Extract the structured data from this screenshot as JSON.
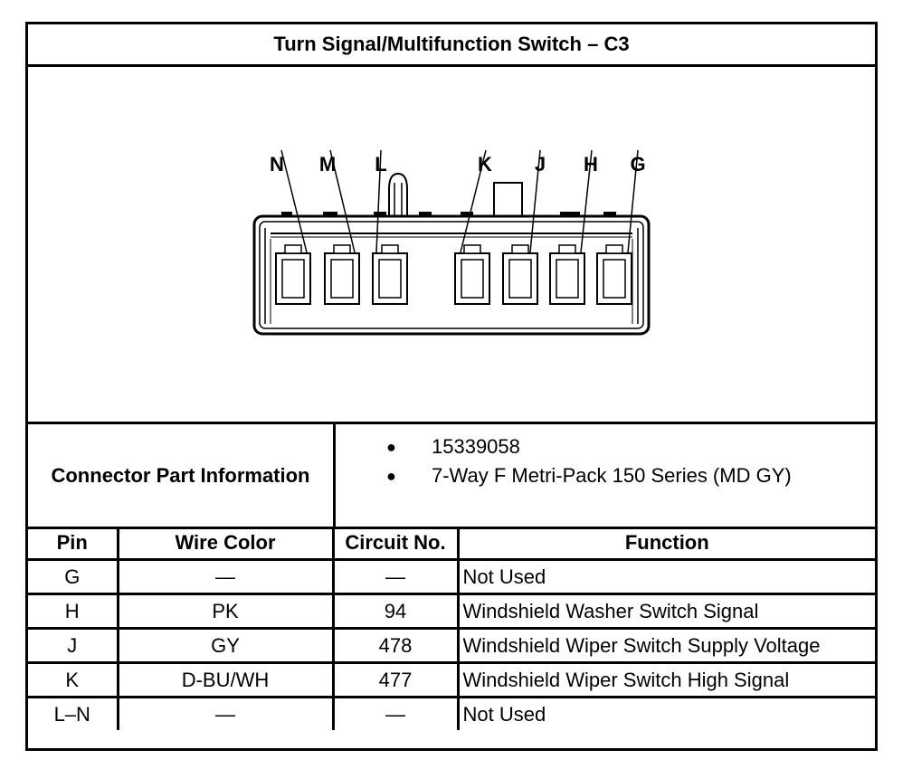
{
  "title": "Turn Signal/Multifunction Switch – C3",
  "connector_pins": [
    "N",
    "M",
    "L",
    "K",
    "J",
    "H",
    "G"
  ],
  "connector_info": {
    "label": "Connector Part Information",
    "items": [
      "15339058",
      "7-Way F Metri-Pack 150 Series (MD GY)"
    ]
  },
  "table": {
    "headers": [
      "Pin",
      "Wire Color",
      "Circuit No.",
      "Function"
    ],
    "rows": [
      {
        "pin": "G",
        "wire_color": "—",
        "circuit": "—",
        "function": "Not Used"
      },
      {
        "pin": "H",
        "wire_color": "PK",
        "circuit": "94",
        "function": "Windshield Washer Switch Signal"
      },
      {
        "pin": "J",
        "wire_color": "GY",
        "circuit": "478",
        "function": "Windshield Wiper Switch Supply Voltage"
      },
      {
        "pin": "K",
        "wire_color": "D-BU/WH",
        "circuit": "477",
        "function": "Windshield Wiper Switch High Signal"
      },
      {
        "pin": "L–N",
        "wire_color": "—",
        "circuit": "—",
        "function": "Not Used"
      }
    ]
  }
}
